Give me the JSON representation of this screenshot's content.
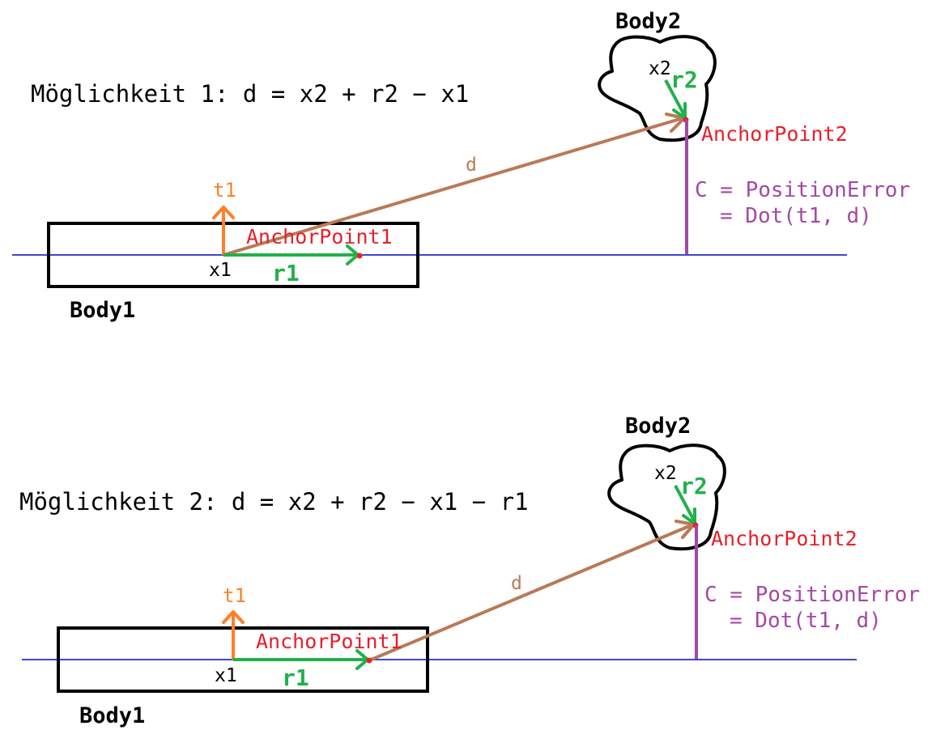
{
  "colors": {
    "axis_line": "#3f48cc",
    "body_outline": "#000000",
    "vector_t1": "#ff7f27",
    "vector_r": "#21b14b",
    "vector_d": "#b97a57",
    "anchor_point": "#e8202a",
    "position_error": "#a349a4"
  },
  "panels": [
    {
      "title": "Möglichkeit 1: d = x2 + r2 − x1",
      "body1_label": "Body1",
      "body2_label": "Body2",
      "x1_label": "x1",
      "x2_label": "x2",
      "t1_label": "t1",
      "r1_label": "r1",
      "r2_label": "r2",
      "d_label": "d",
      "anchor1_label": "AnchorPoint1",
      "anchor2_label": "AnchorPoint2",
      "constraint_line1": "C = PositionError",
      "constraint_line2": "= Dot(t1, d)"
    },
    {
      "title": "Möglichkeit 2: d = x2 + r2 − x1 − r1",
      "body1_label": "Body1",
      "body2_label": "Body2",
      "x1_label": "x1",
      "x2_label": "x2",
      "t1_label": "t1",
      "r1_label": "r1",
      "r2_label": "r2",
      "d_label": "d",
      "anchor1_label": "AnchorPoint1",
      "anchor2_label": "AnchorPoint2",
      "constraint_line1": "C = PositionError",
      "constraint_line2": "= Dot(t1, d)"
    }
  ]
}
